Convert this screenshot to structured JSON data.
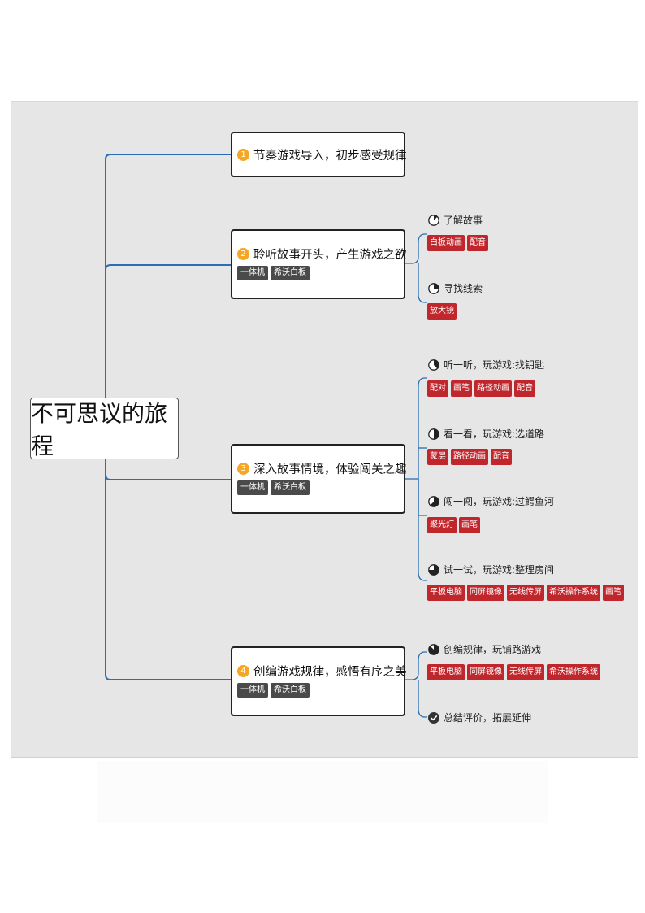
{
  "root": "不可思议的旅程",
  "colors": {
    "line": "#2a6fb5",
    "accent": "#f5a623",
    "tag_red": "#c0272d",
    "tag_dark": "#4a4a4a"
  },
  "topics": [
    {
      "num": "1",
      "title": "节奏游戏导入，初步感受规律",
      "tags": []
    },
    {
      "num": "2",
      "title": "聆听故事开头，产生游戏之欲",
      "tags": [
        "一体机",
        "希沃白板"
      ]
    },
    {
      "num": "3",
      "title": "深入故事情境，体验闯关之趣",
      "tags": [
        "一体机",
        "希沃白板"
      ]
    },
    {
      "num": "4",
      "title": "创编游戏规律，感悟有序之美",
      "tags": [
        "一体机",
        "希沃白板"
      ]
    }
  ],
  "leaves": [
    {
      "label": "了解故事",
      "icon": "pie-progress-icon",
      "progress": 0.125,
      "tags": [
        "白板动画",
        "配音"
      ]
    },
    {
      "label": "寻找线索",
      "icon": "pie-progress-icon",
      "progress": 0.25,
      "tags": [
        "放大镜"
      ]
    },
    {
      "label": "听一听，玩游戏:找钥匙",
      "icon": "pie-progress-icon",
      "progress": 0.375,
      "tags": [
        "配对",
        "画笔",
        "路径动画",
        "配音"
      ]
    },
    {
      "label": "看一看，玩游戏:选道路",
      "icon": "pie-progress-icon",
      "progress": 0.5,
      "tags": [
        "蒙层",
        "路径动画",
        "配音"
      ]
    },
    {
      "label": "闯一闯，玩游戏:过鳄鱼河",
      "icon": "pie-progress-icon",
      "progress": 0.625,
      "tags": [
        "聚光灯",
        "画笔"
      ]
    },
    {
      "label": "试一试，玩游戏:整理房间",
      "icon": "pie-progress-icon",
      "progress": 0.75,
      "tags": [
        "平板电脑",
        "同屏镜像",
        "无线传屏",
        "希沃操作系统",
        "画笔"
      ]
    },
    {
      "label": "创编规律，玩铺路游戏",
      "icon": "pie-progress-icon",
      "progress": 0.875,
      "tags": [
        "平板电脑",
        "同屏镜像",
        "无线传屏",
        "希沃操作系统"
      ]
    },
    {
      "label": "总结评价，拓展延伸",
      "icon": "check-circle-icon",
      "progress": 1,
      "tags": []
    }
  ]
}
